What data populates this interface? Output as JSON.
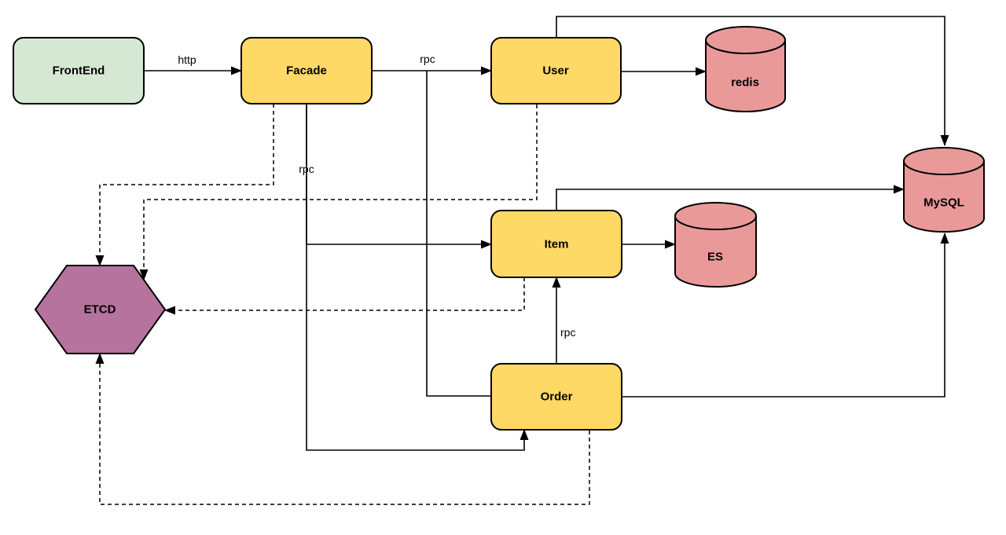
{
  "diagram": {
    "type": "architecture-diagram",
    "nodes": {
      "frontend": {
        "label": "FrontEnd",
        "shape": "rounded-rect",
        "fill": "#d5e8d4"
      },
      "facade": {
        "label": "Facade",
        "shape": "rounded-rect",
        "fill": "#ffd966"
      },
      "user": {
        "label": "User",
        "shape": "rounded-rect",
        "fill": "#ffd966"
      },
      "item": {
        "label": "Item",
        "shape": "rounded-rect",
        "fill": "#ffd966"
      },
      "order": {
        "label": "Order",
        "shape": "rounded-rect",
        "fill": "#ffd966"
      },
      "redis": {
        "label": "redis",
        "shape": "cylinder",
        "fill": "#ea9999"
      },
      "es": {
        "label": "ES",
        "shape": "cylinder",
        "fill": "#ea9999"
      },
      "mysql": {
        "label": "MySQL",
        "shape": "cylinder",
        "fill": "#ea9999"
      },
      "etcd": {
        "label": "ETCD",
        "shape": "hexagon",
        "fill": "#b5739d"
      }
    },
    "edge_labels": {
      "http_frontend_facade": "http",
      "rpc_facade_user": "rpc",
      "rpc_facade_item": "rpc",
      "rpc_order_item": "rpc"
    },
    "edges": [
      {
        "from": "FrontEnd",
        "to": "Facade",
        "label": "http",
        "style": "solid"
      },
      {
        "from": "Facade",
        "to": "User",
        "label": "rpc",
        "style": "solid"
      },
      {
        "from": "User",
        "to": "redis",
        "label": "",
        "style": "solid"
      },
      {
        "from": "User",
        "to": "MySQL",
        "label": "",
        "style": "solid"
      },
      {
        "from": "Item",
        "to": "MySQL",
        "label": "",
        "style": "solid"
      },
      {
        "from": "Item",
        "to": "ES",
        "label": "",
        "style": "solid"
      },
      {
        "from": "Order",
        "to": "MySQL",
        "label": "",
        "style": "solid"
      },
      {
        "from": "Facade",
        "to": "Item",
        "label": "rpc",
        "style": "solid"
      },
      {
        "from": "Facade",
        "to": "Order",
        "label": "",
        "style": "solid"
      },
      {
        "from": "Order",
        "to": "Item",
        "label": "rpc",
        "style": "solid"
      },
      {
        "from": "Order",
        "to": "User",
        "label": "",
        "style": "solid-no-arrow"
      },
      {
        "from": "Facade",
        "to": "ETCD",
        "label": "",
        "style": "dashed"
      },
      {
        "from": "User",
        "to": "ETCD",
        "label": "",
        "style": "dashed"
      },
      {
        "from": "Item",
        "to": "ETCD",
        "label": "",
        "style": "dashed"
      },
      {
        "from": "Order",
        "to": "ETCD",
        "label": "",
        "style": "dashed"
      }
    ],
    "colors": {
      "background": "#ffffff",
      "stroke": "#000000",
      "node_green": "#d5e8d4",
      "node_yellow": "#ffd966",
      "node_red": "#ea9999",
      "node_purple": "#b5739d"
    }
  }
}
